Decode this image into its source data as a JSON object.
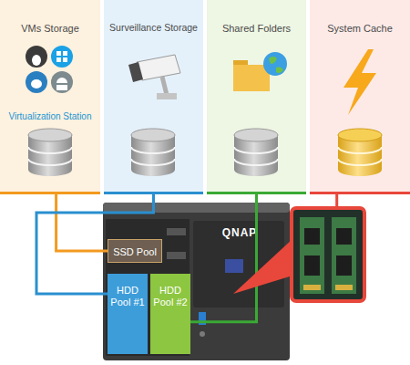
{
  "diagram": {
    "nodes": [
      {
        "text": [
          "VMs Storage",
          "Virtualization Station"
        ]
      },
      {
        "text": [
          "Surveillance Storage"
        ]
      },
      {
        "text": [
          "Shared Folders"
        ]
      },
      {
        "text": [
          "System Cache"
        ]
      },
      {
        "text": [
          "QNAP"
        ]
      },
      {
        "text": [
          "SSD Pool"
        ],
        "in": 4
      },
      {
        "text": [
          "HDD Pool #1"
        ],
        "in": 4
      },
      {
        "text": [
          "HDD Pool #2"
        ],
        "in": 4
      }
    ],
    "edges": [
      {
        "from": 0,
        "to": 5,
        "arrow": "none"
      },
      {
        "from": 1,
        "to": 6,
        "arrow": "none"
      },
      {
        "from": 2,
        "to": 7,
        "arrow": "none"
      },
      {
        "from": 3,
        "to": 4,
        "arrow": "none"
      }
    ]
  }
}
